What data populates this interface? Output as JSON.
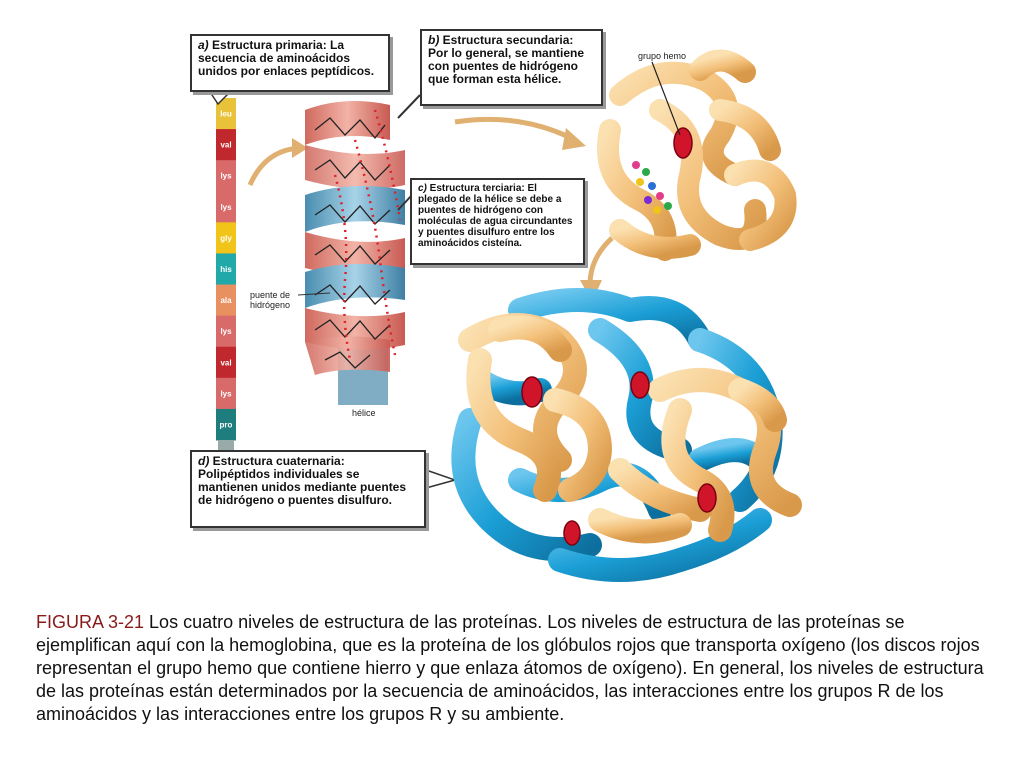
{
  "amino_acids": [
    "leu",
    "val",
    "lys",
    "lys",
    "gly",
    "his",
    "ala",
    "lys",
    "val",
    "lys",
    "pro"
  ],
  "amino_colors": [
    "#e8c33a",
    "#c0282d",
    "#d96a6a",
    "#d96a6a",
    "#f0c419",
    "#21a8a8",
    "#e89060",
    "#d96a6a",
    "#c0282d",
    "#d96a6a",
    "#1e7d7d"
  ],
  "callouts": {
    "a": {
      "lead": "a) ",
      "body": "Estructura primaria: La secuencia de aminoácidos unidos por enlaces peptídicos."
    },
    "b": {
      "lead": "b) ",
      "body": "Estructura secundaria: Por lo general, se mantiene con puentes de hidrógeno que forman esta hélice."
    },
    "c": {
      "lead": "c) ",
      "body": "Estructura terciaria: El plegado de la hélice se debe a puentes de hidrógeno con moléculas de agua circundantes y puentes disulfuro entre los aminoácidos cisteína."
    },
    "d": {
      "lead": "d) ",
      "body": "Estructura cuaternaria: Polipéptidos individuales se mantienen unidos mediante puentes de hidrógeno o puentes disulfuro."
    }
  },
  "labels": {
    "grupo_hemo": "grupo hemo",
    "puente": "puente de hidrógeno",
    "helice": "hélice"
  },
  "caption": {
    "figure_label": "FIGURA 3-21",
    "text": " Los cuatro niveles de estructura de las proteínas. Los niveles de estructura de las proteínas se ejemplifican aquí con la hemoglobina, que es la proteína de los glóbulos rojos que transporta oxígeno (los discos rojos representan el grupo hemo que contiene hierro y que enlaza átomos de oxígeno). En general, los niveles de estructura de las proteínas están determinados por la secuencia de aminoácidos, las interacciones entre los grupos R de los aminoácidos y las interacciones entre los grupos R y su ambiente."
  },
  "colors": {
    "protein_tan": "#f3c07a",
    "protein_tan_dark": "#d9994a",
    "protein_blue": "#1b9fd6",
    "protein_blue_dark": "#0d6f9e",
    "heme_red": "#d0142a",
    "helix_salmon": "#e58c80",
    "helix_blue": "#6aa8c8",
    "arrow": "#e0b070",
    "bond_red": "#e0202a"
  }
}
